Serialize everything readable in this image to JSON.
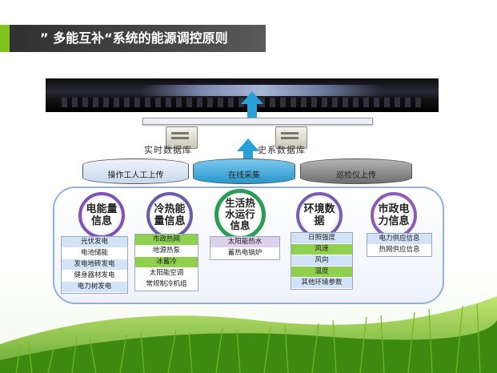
{
  "slide": {
    "title": "” 多能互补“系统的能源调控原则"
  },
  "diagram": {
    "servers": [
      {
        "label": "实时数据库"
      },
      {
        "label": "史系数据库"
      }
    ],
    "acquisition": [
      {
        "label": "操作工人工上传",
        "color": "#dce6f4"
      },
      {
        "label": "在线采集",
        "color": "#3aa6dc"
      },
      {
        "label": "巡检仪上传",
        "color": "#8a8a8a"
      }
    ],
    "categories": [
      {
        "name": "电能量信息",
        "lines": [
          "电能量",
          "信息"
        ],
        "ring": "#7f52b5",
        "items": [
          {
            "label": "光伏发电",
            "color": "#d3e3f7"
          },
          {
            "label": "电池储能",
            "color": "#ffffff"
          },
          {
            "label": "发电地砖发电",
            "color": "#d3e3f7"
          },
          {
            "label": "健身器材发电",
            "color": "#ffffff"
          },
          {
            "label": "电力树发电",
            "color": "#d3e3f7"
          }
        ]
      },
      {
        "name": "冷热能量信息",
        "lines": [
          "冷热能",
          "量信息"
        ],
        "ring": "#6a5aa8",
        "items": [
          {
            "label": "市政热网",
            "color": "#8fd14f"
          },
          {
            "label": "地源热泵",
            "color": "#ffffff"
          },
          {
            "label": "冰蓄冷",
            "color": "#8fd14f"
          },
          {
            "label": "太阳能空调",
            "color": "#ffffff"
          },
          {
            "label": "常规制冷机组",
            "color": "#ffffff"
          }
        ]
      },
      {
        "name": "生活热水运行信息",
        "lines": [
          "生活热",
          "水运行",
          "信息"
        ],
        "ring": "#2e9b55",
        "items": [
          {
            "label": "太阳能热水",
            "color": "#dcd0ec"
          },
          {
            "label": "蓄热电锅炉",
            "color": "#ffffff"
          }
        ]
      },
      {
        "name": "环境数据",
        "lines": [
          "环境数",
          "据"
        ],
        "ring": "#7a5cb0",
        "items": [
          {
            "label": "日照强度",
            "color": "#d3e3f7"
          },
          {
            "label": "风速",
            "color": "#8fd14f"
          },
          {
            "label": "风向",
            "color": "#d3e3f7"
          },
          {
            "label": "温度",
            "color": "#8fd14f"
          },
          {
            "label": "其他环境参数",
            "color": "#d3e3f7"
          }
        ]
      },
      {
        "name": "市政电力信息",
        "lines": [
          "市政电",
          "力信息"
        ],
        "ring": "#8a5cb8",
        "items": [
          {
            "label": "电力供应信息",
            "color": "#d3e3f7"
          },
          {
            "label": "热网供应信息",
            "color": "#ffffff"
          }
        ]
      }
    ]
  }
}
